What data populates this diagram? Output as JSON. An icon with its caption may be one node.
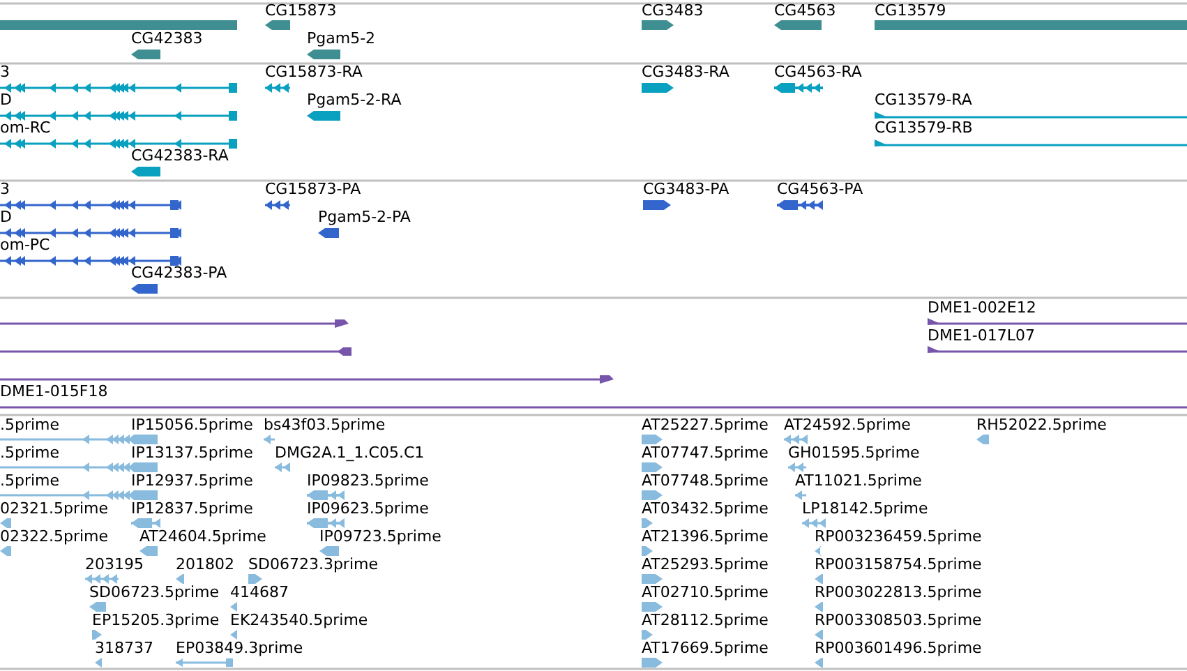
{
  "diagram": {
    "labels": [
      "CG15873",
      "CG3483",
      "CG4563",
      "CG13579",
      "CG42383",
      "Pgam5-2",
      "3",
      "CG15873-RA",
      "CG3483-RA",
      "CG4563-RA",
      "D",
      "Pgam5-2-RA",
      "CG13579-RA",
      "om-RC",
      "CG13579-RB",
      "CG42383-RA",
      "3",
      "CG15873-PA",
      "CG3483-PA",
      "CG4563-PA",
      "D",
      "Pgam5-2-PA",
      "om-PC",
      "CG42383-PA",
      "DME1-002E12",
      "DME1-017L07",
      "DME1-015F18",
      ".5prime",
      "IP15056.5prime",
      "bs43f03.5prime",
      "AT25227.5prime",
      "AT24592.5prime",
      "RH52022.5prime",
      ".5prime",
      "IP13137.5prime",
      "DMG2A.1_1.C05.C1",
      "AT07747.5prime",
      "GH01595.5prime",
      ".5prime",
      "IP12937.5prime",
      "IP09823.5prime",
      "AT07748.5prime",
      "AT11021.5prime",
      "02321.5prime",
      "IP12837.5prime",
      "IP09623.5prime",
      "AT03432.5prime",
      "LP18142.5prime",
      "02322.5prime",
      "AT24604.5prime",
      "IP09723.5prime",
      "AT21396.5prime",
      "RP003236459.5prime",
      "203195",
      "201802",
      "SD06723.3prime",
      "AT25293.5prime",
      "RP003158754.5prime",
      "SD06723.5prime",
      "414687",
      "AT02710.5prime",
      "RP003022813.5prime",
      "EP15205.3prime",
      "EK243540.5prime",
      "AT28112.5prime",
      "RP003308503.5prime",
      "318737",
      "EP03849.3prime",
      "AT17669.5prime",
      "RP003601496.5prime"
    ]
  }
}
